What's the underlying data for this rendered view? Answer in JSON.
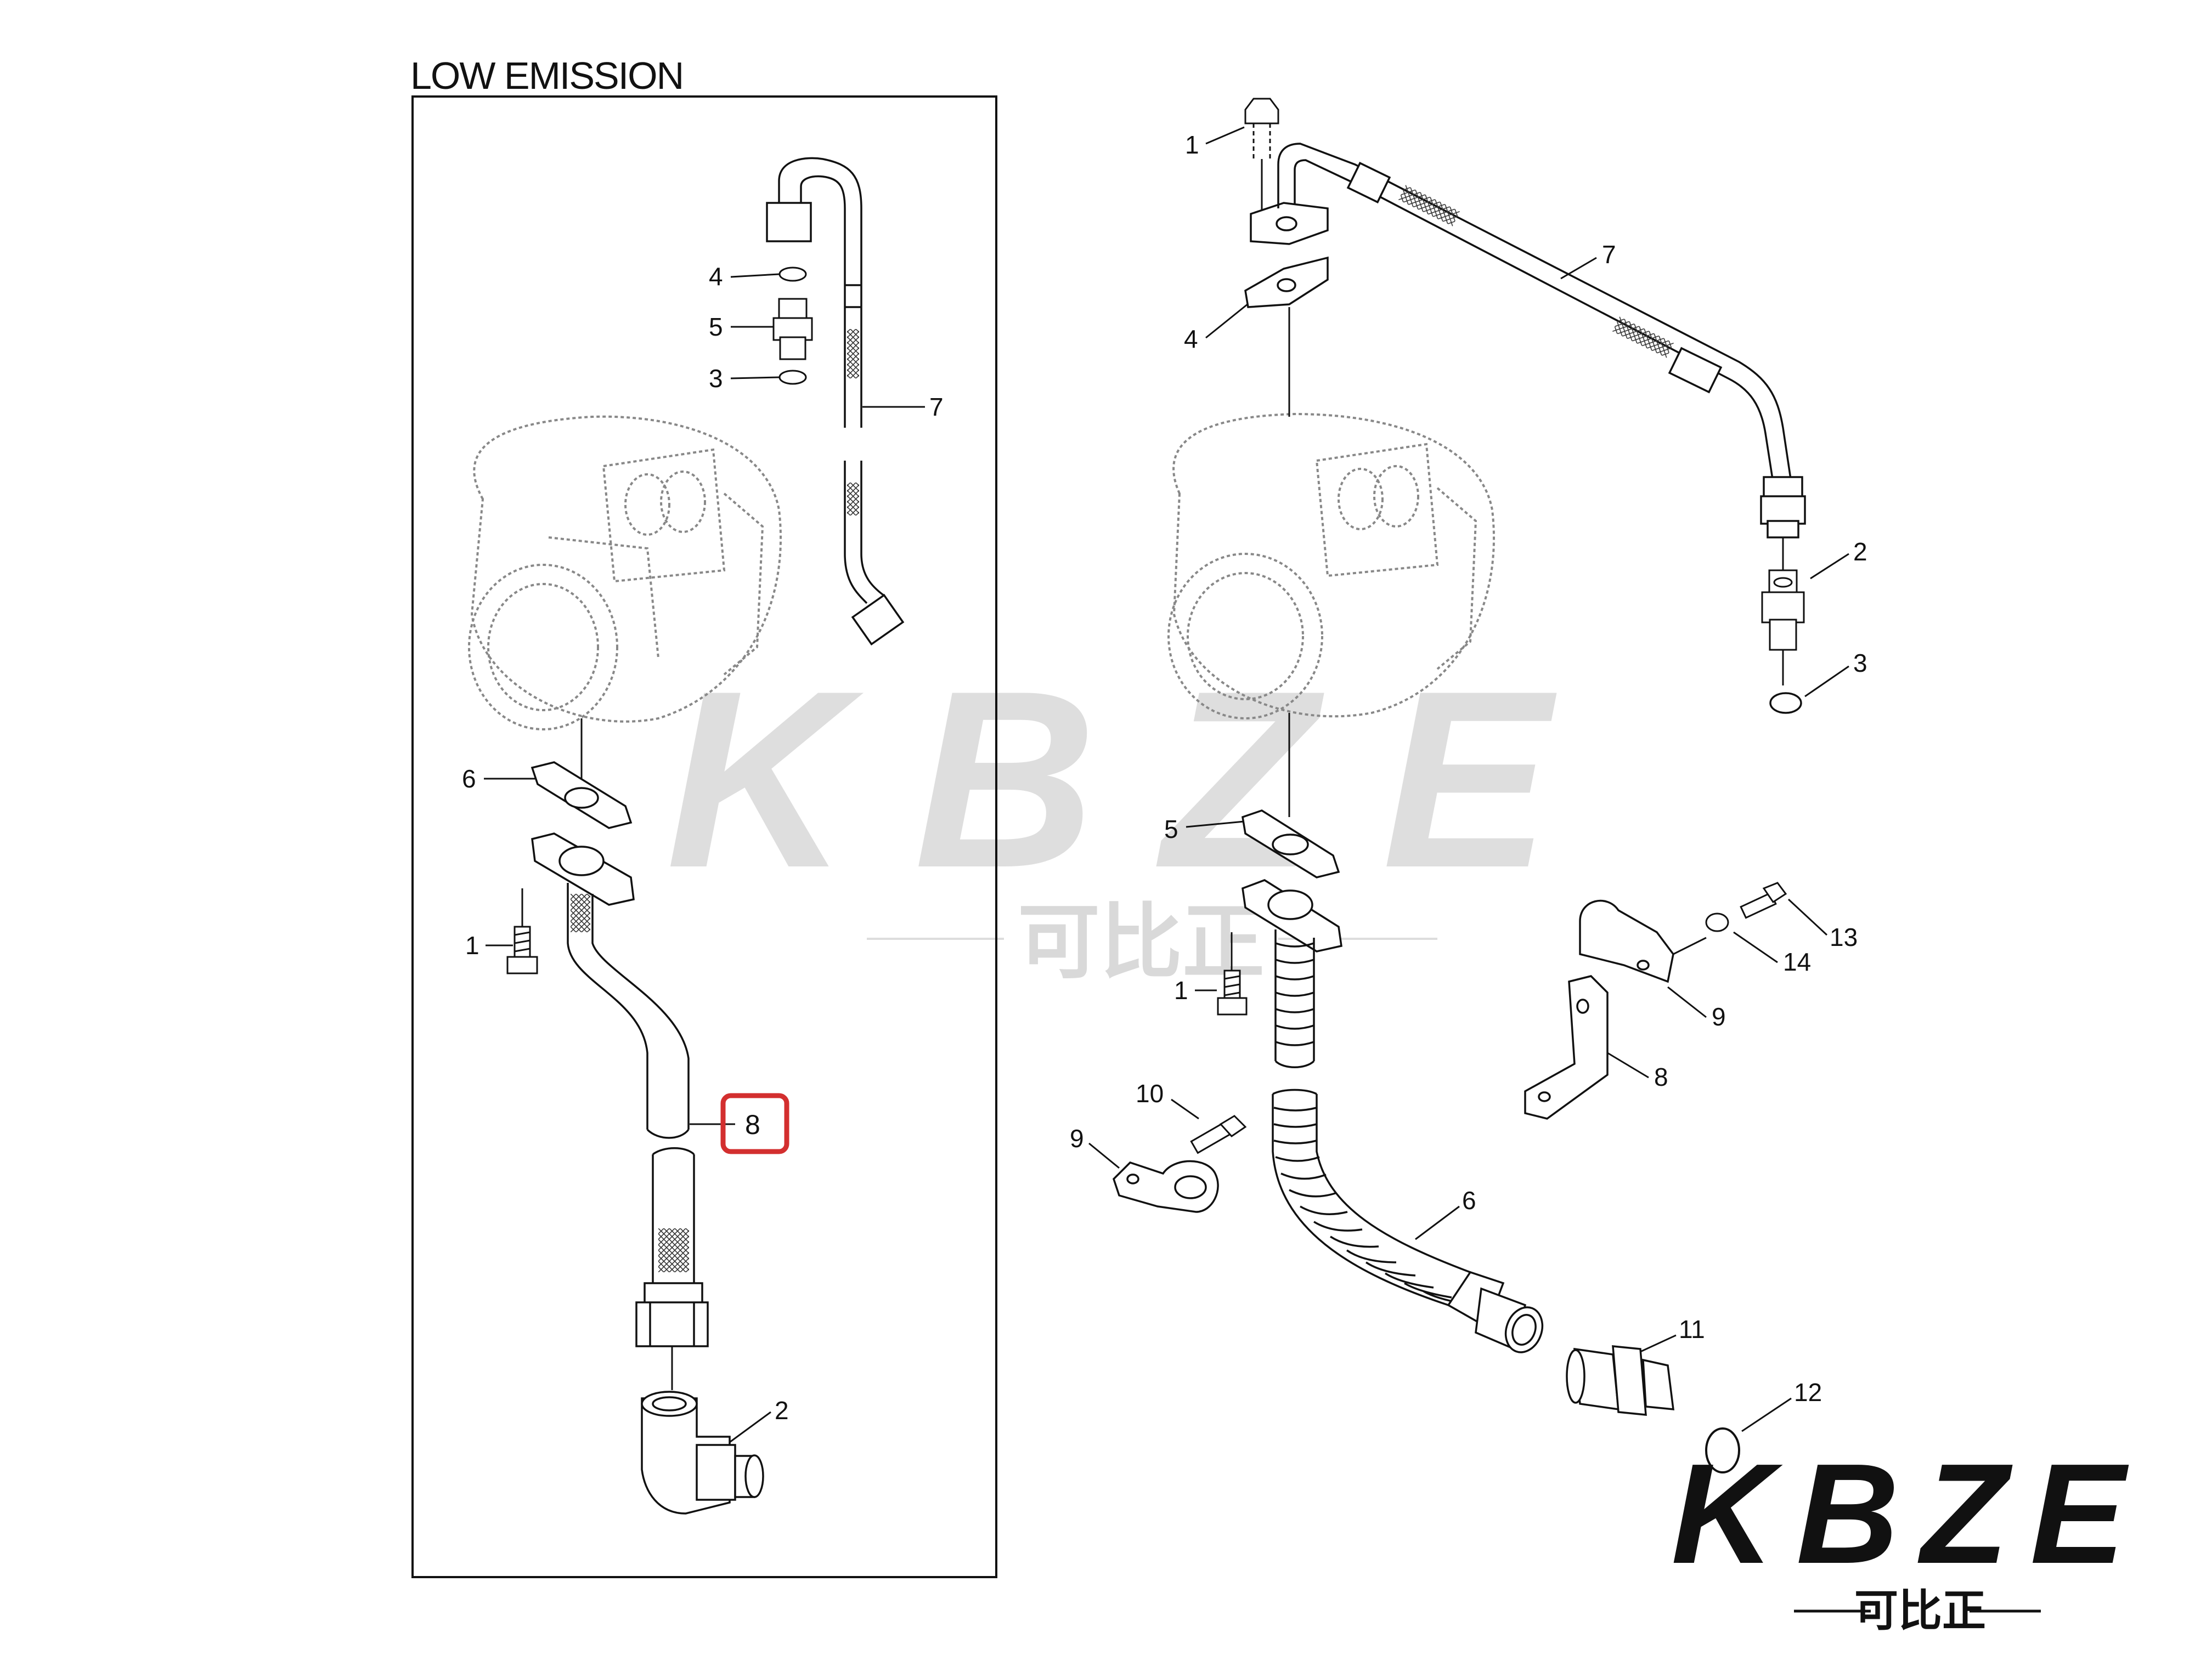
{
  "diagram": {
    "panel_title": "LOW EMISSION",
    "highlight_color": "#d32f2f",
    "line_color": "#111111",
    "outline_color": "#888888",
    "left_labels": {
      "l1": "1",
      "l2": "2",
      "l3": "3",
      "l4": "4",
      "l5": "5",
      "l6": "6",
      "l7": "7",
      "l8": "8"
    },
    "right_labels": {
      "r1": "1",
      "r1b": "1",
      "r2": "2",
      "r3": "3",
      "r4": "4",
      "r5": "5",
      "r6": "6",
      "r7": "7",
      "r8": "8",
      "r9": "9",
      "r9b": "9",
      "r10": "10",
      "r11": "11",
      "r12": "12",
      "r13": "13",
      "r14": "14"
    }
  },
  "watermark": {
    "center_brand": "KBZE",
    "center_sub": "可比正",
    "corner_brand": "KBZE",
    "corner_sub": "可比正",
    "accent_color": "#f39c3a"
  }
}
